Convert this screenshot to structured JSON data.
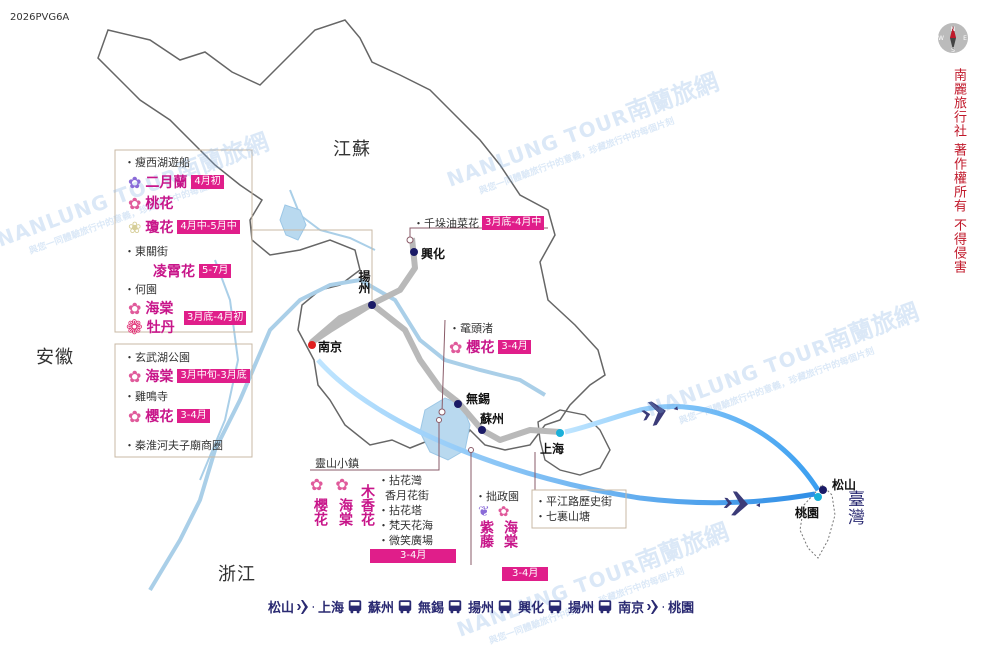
{
  "code": "2026PVG6A",
  "regions": {
    "jiangsu": "江蘇",
    "anhui": "安徽",
    "zhejiang": "浙江",
    "taiwan": "臺灣"
  },
  "cities": {
    "nanjing": "南京",
    "yangzhou": "揚州",
    "xinghua": "興化",
    "wuxi": "無錫",
    "suzhou": "蘇州",
    "shanghai": "上海",
    "songshan": "松山",
    "taoyuan": "桃園"
  },
  "copyright": "南麗旅行社 著作權所有 不得侵害",
  "compass": {
    "n": "N",
    "s": "S",
    "e": "E",
    "w": "W"
  },
  "watermark": {
    "en": "NANLUNG TOUR",
    "cn": "南蘭旅網",
    "sub": "與您一同體驗旅行中的意義，珍藏旅行中的每個片刻"
  },
  "yangzhou_box": {
    "slender_west_lake": "瘦西湖遊船",
    "orychophragmus": "二月蘭",
    "orychophragmus_badge": "4月初",
    "peach": "桃花",
    "qionghua": "瓊花",
    "qionghua_badge": "4月中-5月中",
    "dongguan_street": "東關街",
    "trumpet_creeper": "凌霄花",
    "trumpet_badge": "5-7月",
    "he_garden": "何園",
    "begonia": "海棠",
    "peony": "牡丹",
    "begonia_peony_badge": "3月底-4月初"
  },
  "nanjing_box": {
    "xuanwu_lake": "玄武湖公園",
    "begonia": "海棠",
    "begonia_badge": "3月中旬-3月底",
    "jiming_temple": "雞鳴寺",
    "cherry": "櫻花",
    "cherry_badge": "3-4月",
    "qinhuai": "秦淮河夫子廟商圈"
  },
  "xinghua_box": {
    "rapeseed": "千垛油菜花",
    "badge": "3月底-4月中"
  },
  "wuxi_box": {
    "yuantouzhu": "鼋頭渚",
    "cherry": "櫻花",
    "badge": "3-4月"
  },
  "lingshan_box": {
    "title": "靈山小鎮",
    "flowers": [
      "櫻花",
      "海棠",
      "木香花"
    ],
    "items": [
      "拈花灣",
      "香月花街",
      "拈花塔",
      "梵天花海",
      "微笑廣場"
    ],
    "badge": "3-4月"
  },
  "suzhou_box": {
    "zhuozheng": "拙政園",
    "flowers": [
      "紫藤",
      "海棠"
    ],
    "badge": "3-4月"
  },
  "shanghai_box": {
    "items": [
      "平江路歷史街",
      "七裏山塘"
    ]
  },
  "route": [
    {
      "name": "松山",
      "mode": "plane"
    },
    {
      "name": "上海",
      "mode": "bus"
    },
    {
      "name": "蘇州",
      "mode": "bus"
    },
    {
      "name": "無錫",
      "mode": "bus"
    },
    {
      "name": "揚州",
      "mode": "bus"
    },
    {
      "name": "興化",
      "mode": "bus"
    },
    {
      "name": "揚州",
      "mode": "bus"
    },
    {
      "name": "南京",
      "mode": "plane"
    },
    {
      "name": "桃園",
      "mode": null
    }
  ],
  "colors": {
    "accent": "#e01e8a",
    "flower": "#c8168a",
    "route_text": "#2a2a72",
    "copyright": "#c0182a",
    "flight": "#4aa8ee"
  }
}
